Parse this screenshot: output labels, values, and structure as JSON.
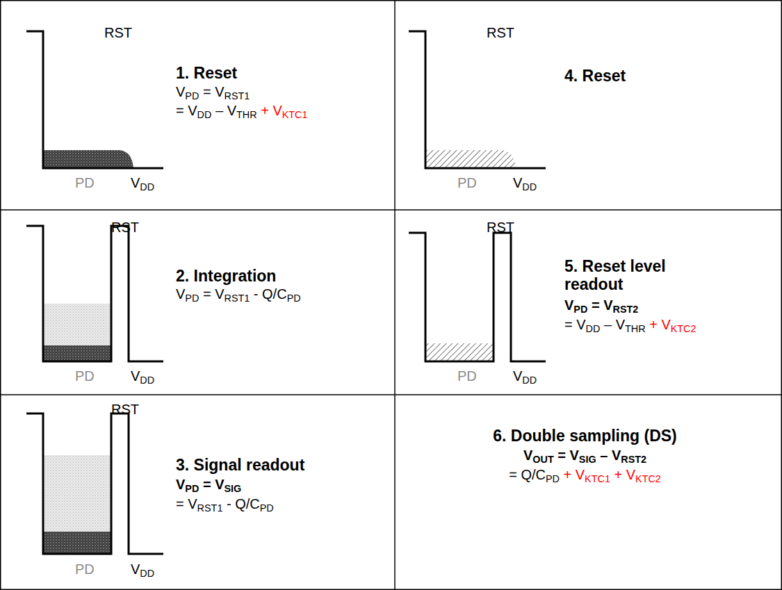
{
  "diagram": {
    "labels": [
      "RST",
      "PD",
      "VDD",
      "1. Reset",
      "VPD = VRST1",
      "= VDD – VTHR + VKTC1",
      "RST",
      "PD",
      "VDD",
      "4. Reset",
      "RST",
      "PD",
      "VDD",
      "2. Integration",
      "VPD = VRST1 - Q/CPD",
      "RST",
      "PD",
      "VDD",
      "5. Reset level readout",
      "VPD = VRST2",
      "= VDD – VTHR + VKTC2",
      "RST",
      "PD",
      "VDD",
      "3. Signal readout",
      "VPD = VSIG",
      "= VRST1 - Q/CPD",
      "6. Double sampling (DS)",
      "VOUT = VSIG – VRST2",
      "= Q/CPD + VKTC1 + VKTC2"
    ]
  }
}
